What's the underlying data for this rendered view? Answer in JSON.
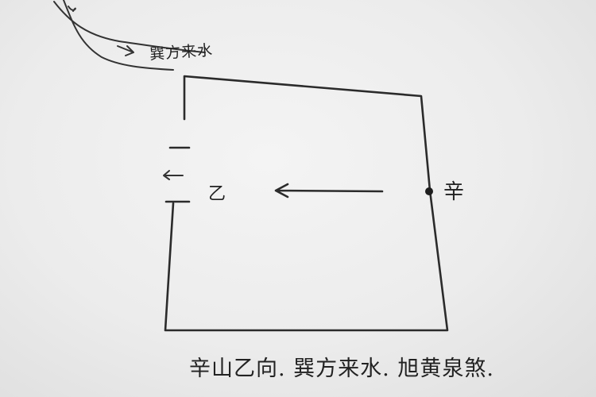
{
  "labels": {
    "incoming_water": "巽方来水",
    "facing": "乙",
    "sitting": "辛"
  },
  "caption": "辛山乙向. 巽方来水. 旭黄泉煞.",
  "colors": {
    "ink": "#2b2b2b",
    "paper": "#efefef"
  }
}
